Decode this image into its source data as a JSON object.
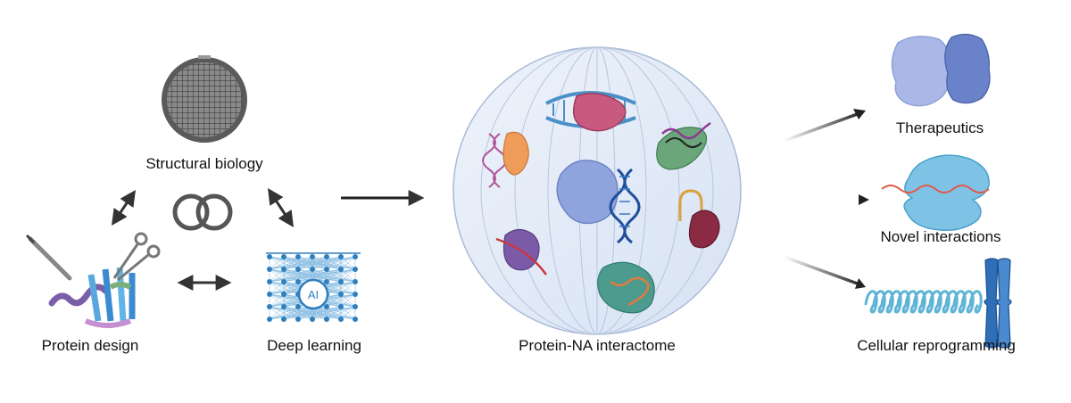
{
  "diagram": {
    "left_cluster": {
      "structural_biology": "Structural biology",
      "protein_design": "Protein design",
      "deep_learning": "Deep learning",
      "ai_badge": "AI"
    },
    "center": {
      "title": "Protein-NA interactome"
    },
    "outcomes": [
      {
        "label": "Therapeutics"
      },
      {
        "label": "Novel interactions"
      },
      {
        "label": "Cellular reprogramming"
      }
    ]
  }
}
